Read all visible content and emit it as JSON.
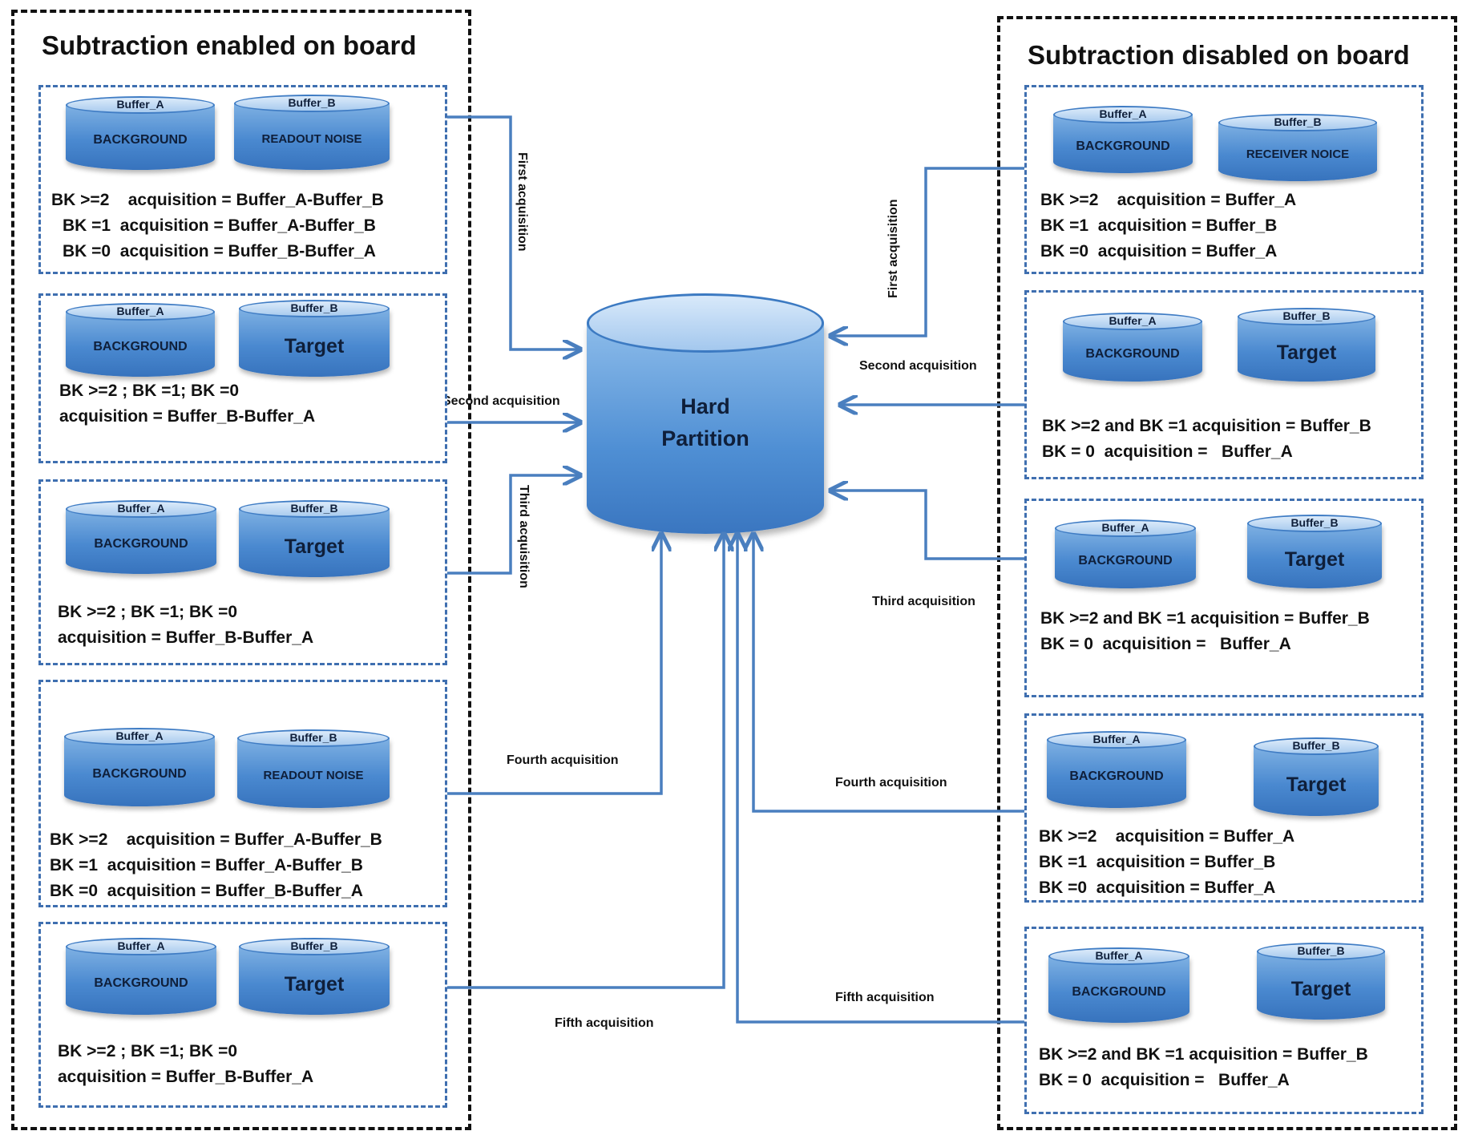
{
  "left_section": {
    "title": "Subtraction enabled on board",
    "boxes": [
      {
        "buffer_a": {
          "caption": "Buffer_A",
          "label": "BACKGROUND"
        },
        "buffer_b": {
          "caption": "Buffer_B",
          "label": "READOUT NOISE"
        },
        "lines": [
          "BK >=2    acquisition = Buffer_A-Buffer_B",
          "BK =1  acquisition = Buffer_A-Buffer_B",
          "BK =0  acquisition = Buffer_B-Buffer_A"
        ]
      },
      {
        "buffer_a": {
          "caption": "Buffer_A",
          "label": "BACKGROUND"
        },
        "buffer_b": {
          "caption": "Buffer_B",
          "label": "Target"
        },
        "lines": [
          "BK >=2 ; BK =1; BK =0",
          "acquisition = Buffer_B-Buffer_A"
        ]
      },
      {
        "buffer_a": {
          "caption": "Buffer_A",
          "label": "BACKGROUND"
        },
        "buffer_b": {
          "caption": "Buffer_B",
          "label": "Target"
        },
        "lines": [
          "BK >=2 ; BK =1; BK =0",
          "acquisition = Buffer_B-Buffer_A"
        ]
      },
      {
        "buffer_a": {
          "caption": "Buffer_A",
          "label": "BACKGROUND"
        },
        "buffer_b": {
          "caption": "Buffer_B",
          "label": "READOUT NOISE"
        },
        "lines": [
          "BK >=2    acquisition = Buffer_A-Buffer_B",
          "BK =1  acquisition = Buffer_A-Buffer_B",
          "BK =0  acquisition = Buffer_B-Buffer_A"
        ]
      },
      {
        "buffer_a": {
          "caption": "Buffer_A",
          "label": "BACKGROUND"
        },
        "buffer_b": {
          "caption": "Buffer_B",
          "label": "Target"
        },
        "lines": [
          "BK >=2 ; BK =1; BK =0",
          "acquisition = Buffer_B-Buffer_A"
        ]
      }
    ]
  },
  "right_section": {
    "title": "Subtraction disabled on board",
    "boxes": [
      {
        "buffer_a": {
          "caption": "Buffer_A",
          "label": "BACKGROUND"
        },
        "buffer_b": {
          "caption": "Buffer_B",
          "label": "RECEIVER NOICE"
        },
        "lines": [
          "BK >=2    acquisition = Buffer_A",
          "BK =1  acquisition = Buffer_B",
          "BK =0  acquisition = Buffer_A"
        ]
      },
      {
        "buffer_a": {
          "caption": "Buffer_A",
          "label": "BACKGROUND"
        },
        "buffer_b": {
          "caption": "Buffer_B",
          "label": "Target"
        },
        "lines": [
          "BK >=2 and BK =1 acquisition = Buffer_B",
          "BK = 0  acquisition =   Buffer_A"
        ]
      },
      {
        "buffer_a": {
          "caption": "Buffer_A",
          "label": "BACKGROUND"
        },
        "buffer_b": {
          "caption": "Buffer_B",
          "label": "Target"
        },
        "lines": [
          "BK >=2 and BK =1 acquisition = Buffer_B",
          "BK = 0  acquisition =   Buffer_A"
        ]
      },
      {
        "buffer_a": {
          "caption": "Buffer_A",
          "label": "BACKGROUND"
        },
        "buffer_b": {
          "caption": "Buffer_B",
          "label": "Target"
        },
        "lines": [
          "BK >=2    acquisition = Buffer_A",
          "BK =1  acquisition = Buffer_B",
          "BK =0  acquisition = Buffer_A"
        ]
      },
      {
        "buffer_a": {
          "caption": "Buffer_A",
          "label": "BACKGROUND"
        },
        "buffer_b": {
          "caption": "Buffer_B",
          "label": "Target"
        },
        "lines": [
          "BK >=2 and BK =1 acquisition = Buffer_B",
          "BK = 0  acquisition =   Buffer_A"
        ]
      }
    ]
  },
  "center": {
    "line1": "Hard",
    "line2": "Partition"
  },
  "arrow_labels": {
    "left": [
      "First acquisition",
      "Second acquisition",
      "Third acquisition",
      "Fourth acquisition",
      "Fifth acquisition"
    ],
    "right": [
      "First acquisition",
      "Second acquisition",
      "Third acquisition",
      "Fourth acquisition",
      "Fifth acquisition"
    ]
  },
  "colors": {
    "arrow": "#4a7fbf",
    "box_border": "#3f6fb0",
    "cylinder": "#4a89d0"
  }
}
